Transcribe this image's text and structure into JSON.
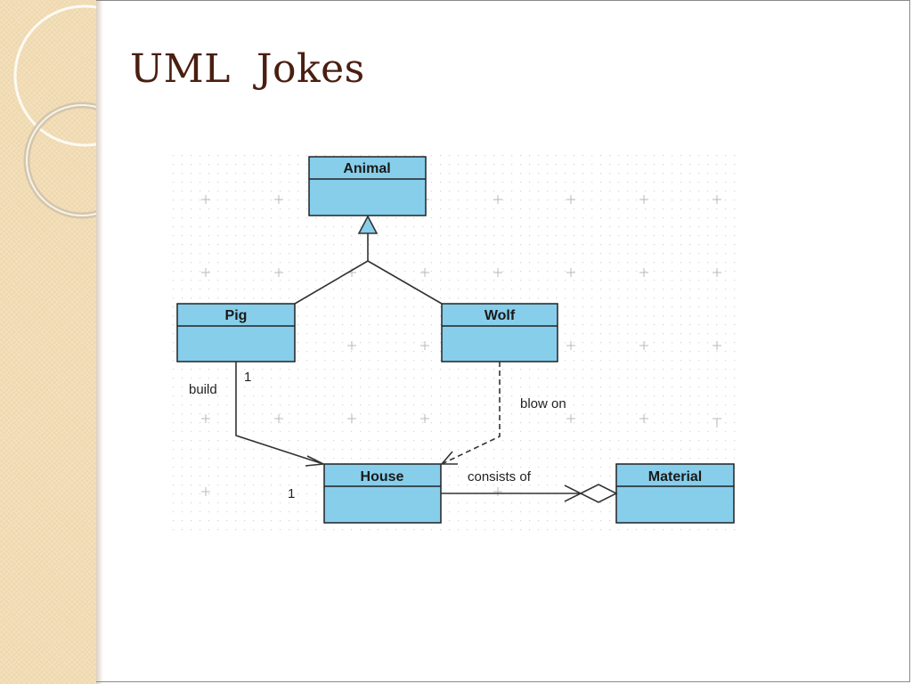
{
  "slide": {
    "title": "UML  Jokes",
    "accent_color": "#4a1e10",
    "side_panel_color": "#f1dcb4"
  },
  "diagram": {
    "class_fill": "#87ceeb",
    "classes": {
      "animal": "Animal",
      "pig": "Pig",
      "wolf": "Wolf",
      "house": "House",
      "material": "Material"
    },
    "relations": {
      "pig_house_label": "build",
      "pig_multiplicity": "1",
      "house_multiplicity": "1",
      "wolf_house_label": "blow on",
      "house_material_label": "consists of"
    }
  }
}
